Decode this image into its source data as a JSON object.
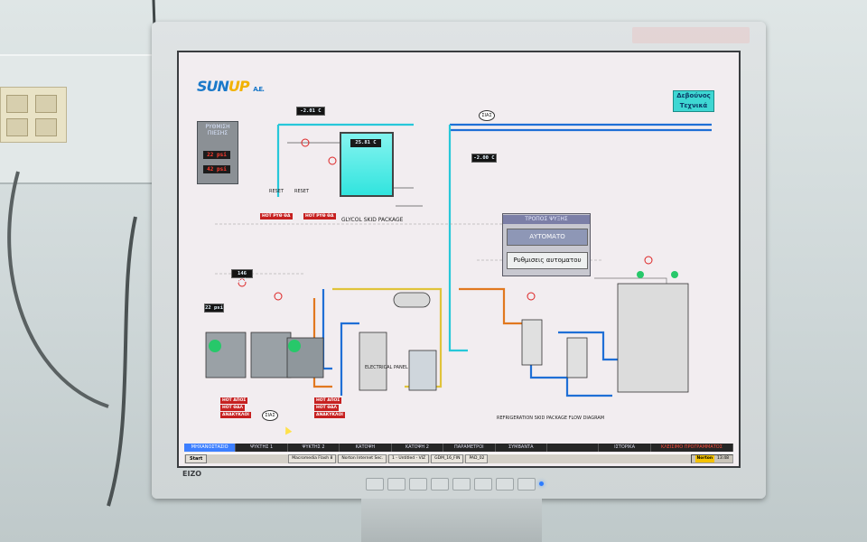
{
  "logo": {
    "text_main": "SUN",
    "text_mark": "UP",
    "suffix": "A.E."
  },
  "corner_logo": {
    "line1": "Δεβούνος",
    "line2": "Τεχνικά"
  },
  "pressure_panel": {
    "title": "ΡΥΘΜΙΣΗ ΠΙΕΣΗΣ",
    "values": [
      "22 psi",
      "42 psi"
    ]
  },
  "readouts": {
    "top_temp": "-2.01 C",
    "tank_temp": "25.81 C",
    "right_temp": "-2.00 C",
    "pressure_mid": "146 psi",
    "pressure_low": "22 psi"
  },
  "labels": {
    "glycol_skid": "GLYCOL SKID PACKAGE",
    "refrigeration_skid": "REFRIGERATION SKID PACKAGE FLOW DIAGRAM",
    "electrical_panel": "ELECTRICAL PANEL",
    "reset1": "RESET",
    "reset2": "RESET",
    "bubble_top": "ΣΙΑΣ",
    "bubble_bottom": "ΣΙΑΣ"
  },
  "alarms": {
    "left": [
      "HOT ΡΥΘ ΘΑ",
      "HOT ΡΥΘ ΘΑ"
    ],
    "comp_left": [
      "HOT ΑΠΟΣ",
      "HOT ΘΑΛ",
      "ΑΝΑΚΥΚΛΟΙ"
    ],
    "comp_right": [
      "HOT ΑΠΟΣ",
      "HOT ΘΑΛ",
      "ΑΝΑΚΥΚΛΟΙ"
    ]
  },
  "auto_panel": {
    "title": "ΤΡΟΠΟΣ ΨΥΞΗΣ",
    "mode_button": "ΑΥΤΟΜΑΤΟ",
    "settings_button": "Ρυθμισεις αυτοματου"
  },
  "tabs": [
    {
      "label": "ΜΗΧΑΝΟΣΤΑΣΙΟ"
    },
    {
      "label": "ΨΥΚΤΗΣ 1"
    },
    {
      "label": "ΨΥΚΤΗΣ 2"
    },
    {
      "label": "ΚΑΤΟΨΗ"
    },
    {
      "label": "ΚΑΤΟΨΗ 2"
    },
    {
      "label": "ΠΑΡΑΜΕΤΡΟΙ"
    },
    {
      "label": "ΣΥΜΒΑΝΤΑ"
    },
    {
      "label": ""
    },
    {
      "label": "ΙΣΤΟΡΙΚΑ"
    },
    {
      "label": "ΚΛΕΙΣΙΜΟ ΠΡΟΓΡΑΜΜΑΤΟΣ"
    }
  ],
  "taskbar": {
    "start": "Start",
    "tasks": [
      "Macromedia Flash 8",
      "Norton Internet Sec.",
      "1 - Untitled - VIZ",
      "GDM_16_FIN",
      "PAD_02"
    ],
    "tray_norton": "Norton",
    "clock": "13:48"
  },
  "bezel": {
    "brand": "EIZO"
  },
  "colors": {
    "pipe_blue": "#1f6fd6",
    "pipe_cyan": "#27c8d9",
    "pipe_yellow": "#e0c33a",
    "pipe_orange": "#e1781f",
    "alarm_red": "#c62020",
    "screen_bg": "#f2edf0"
  }
}
